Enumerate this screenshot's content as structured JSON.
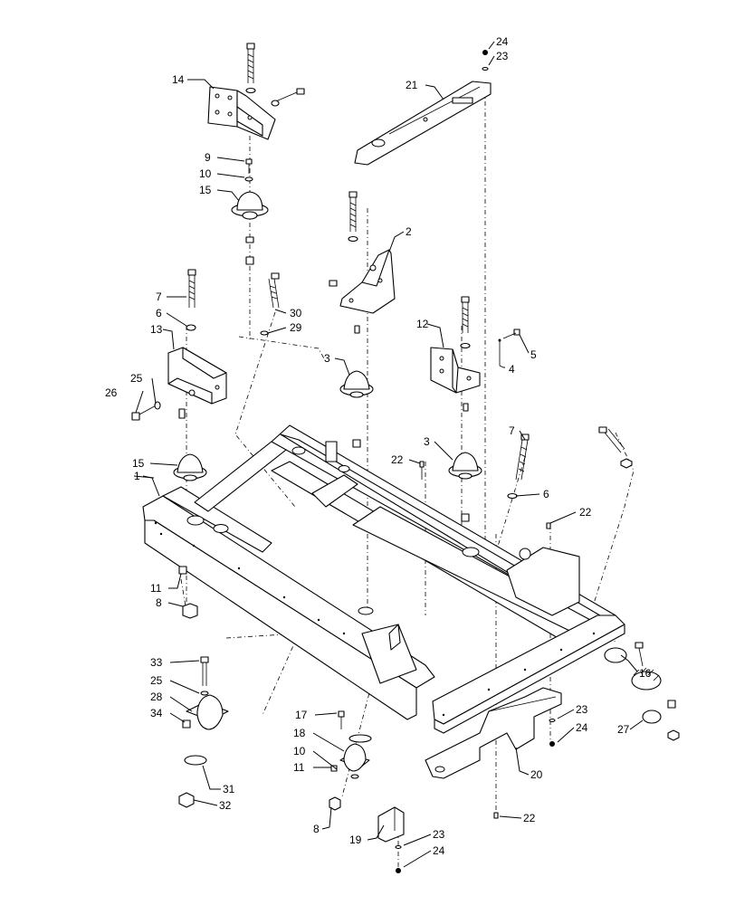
{
  "callouts": {
    "c1": "1",
    "c2": "2",
    "c3a": "3",
    "c3b": "3",
    "c4": "4",
    "c5": "5",
    "c6a": "6",
    "c6b": "6",
    "c7a": "7",
    "c7b": "7",
    "c8a": "8",
    "c8b": "8",
    "c9": "9",
    "c10a": "10",
    "c10b": "10",
    "c11a": "11",
    "c11b": "11",
    "c12": "12",
    "c13": "13",
    "c14": "14",
    "c15a": "15",
    "c15b": "15",
    "c16": "16",
    "c17": "17",
    "c18": "18",
    "c19": "19",
    "c20": "20",
    "c21": "21",
    "c22a": "22",
    "c22b": "22",
    "c22c": "22",
    "c23a": "23",
    "c23b": "23",
    "c23c": "23",
    "c24a": "24",
    "c24b": "24",
    "c24c": "24",
    "c25a": "25",
    "c25b": "25",
    "c26": "26",
    "c27": "27",
    "c28": "28",
    "c29": "29",
    "c30": "30",
    "c31": "31",
    "c32": "32",
    "c33": "33",
    "c34": "34"
  }
}
